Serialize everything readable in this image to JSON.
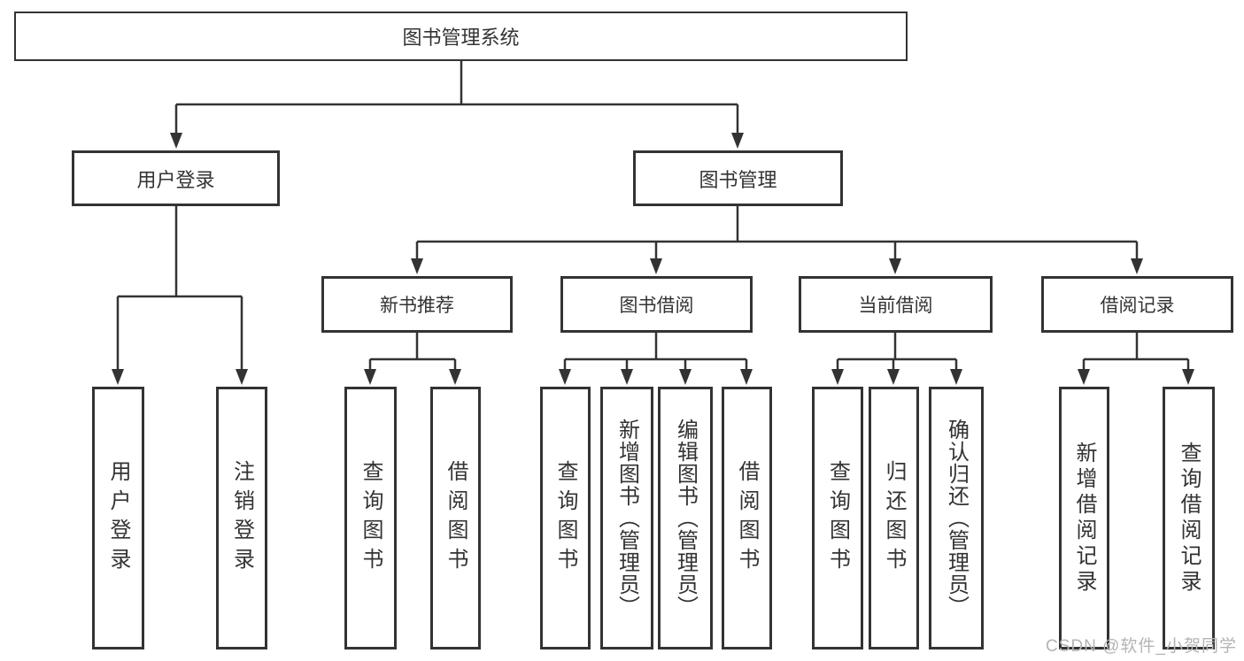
{
  "tree": {
    "root": {
      "label": "图书管理系统"
    },
    "level2": [
      {
        "label": "用户登录"
      },
      {
        "label": "图书管理"
      }
    ],
    "user_login_children": [
      "用户登录",
      "注销登录"
    ],
    "level3": [
      {
        "label": "新书推荐",
        "children": [
          "查询图书",
          "借阅图书"
        ]
      },
      {
        "label": "图书借阅",
        "children": [
          "查询图书",
          "新增图书（管理员）",
          "编辑图书（管理员）",
          "借阅图书"
        ]
      },
      {
        "label": "当前借阅",
        "children": [
          "查询图书",
          "归还图书",
          "确认归还（管理员）"
        ]
      },
      {
        "label": "借阅记录",
        "children": [
          "新增借阅记录",
          "查询借阅记录"
        ]
      }
    ]
  },
  "watermark": {
    "text": "CSDN @软件_小贺同学"
  },
  "colors": {
    "line": "#333333",
    "box_border": "#333333",
    "box_fill": "#ffffff",
    "text": "#333333",
    "watermark": "#b4b4b4",
    "background": "#ffffff"
  }
}
